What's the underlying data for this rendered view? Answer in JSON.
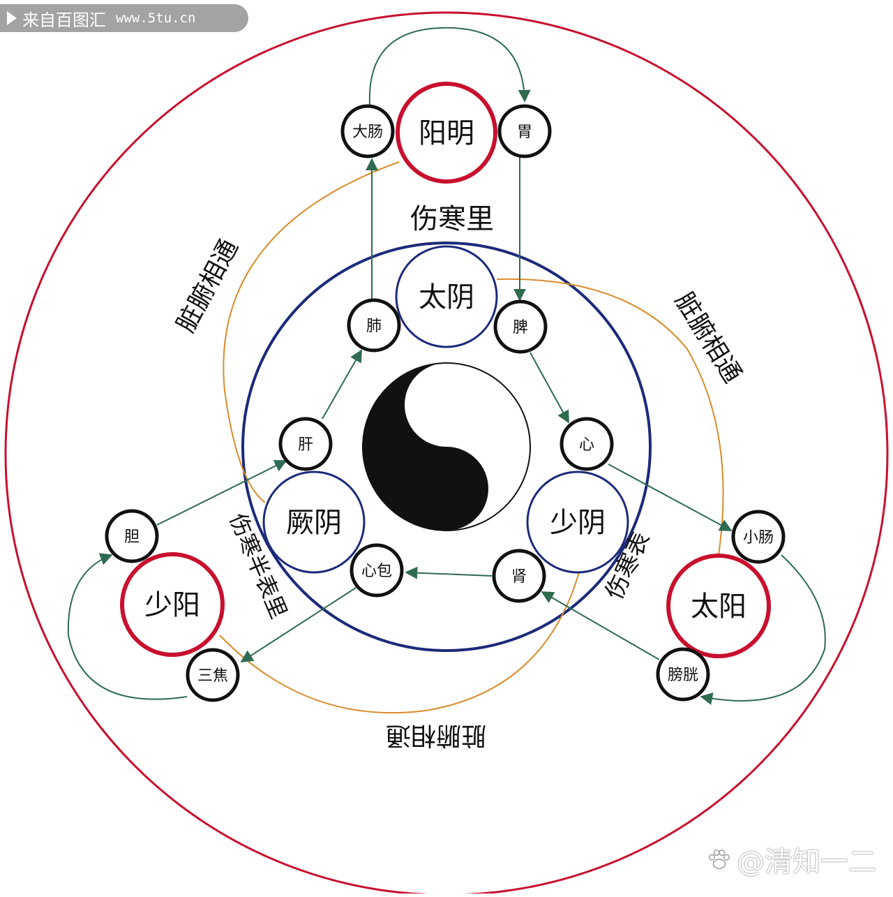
{
  "badge": {
    "icon": "play-icon",
    "title": "来自百图汇",
    "url": "www.5tu.cn"
  },
  "watermark": {
    "icon": "paw-icon",
    "text": "@清知一二"
  },
  "colors": {
    "outer_ring": "#c8102e",
    "inner_ring": "#1c2a7a",
    "organ_ring": "#111111",
    "flow_arrow": "#2e6b4f",
    "link_curve": "#d98c2b",
    "text": "#111111"
  },
  "channels": {
    "yangming": "阳明",
    "taiyin": "太阴",
    "jueyin": "厥阴",
    "shaoyin": "少阴",
    "shaoyang": "少阳",
    "taiyang": "太阳"
  },
  "organs": {
    "dachang": "大肠",
    "wei": "胃",
    "fei": "肺",
    "pi": "脾",
    "gan": "肝",
    "xin": "心",
    "dan": "胆",
    "xinbao": "心包",
    "shen": "肾",
    "sanjiao": "三焦",
    "xiaochang": "小肠",
    "pangguang": "膀胱"
  },
  "labels": {
    "shanghan_li": "伤寒里",
    "shanghan_banbiao_banli": "伤寒半表里",
    "shanghan_biao": "伤寒表",
    "zangfu_1": "脏腑相通",
    "zangfu_2": "脏腑相通",
    "zangfu_3": "脏腑相通"
  }
}
